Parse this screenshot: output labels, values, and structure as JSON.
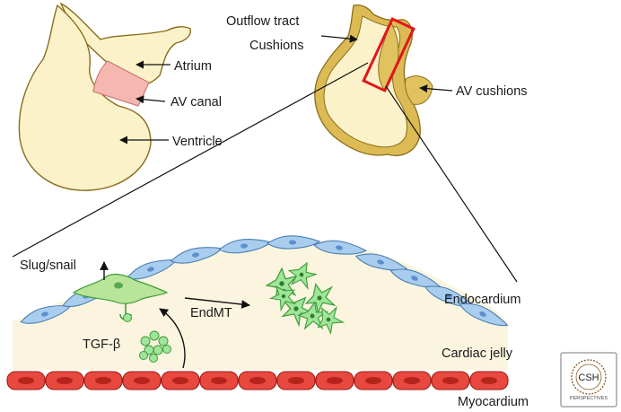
{
  "colors": {
    "heart_fill": "#fbf2c9",
    "heart_wall": "#d9b64c",
    "heart_outline": "#8a6d1c",
    "canal_fill": "#f6b7b1",
    "jelly": "#fbf4df",
    "endocardium_fill": "#a9cdee",
    "endocardium_edge": "#4a7fb5",
    "nucleus": "#5c8ed0",
    "mesenchyme_fill": "#9fe59a",
    "mesenchyme_edge": "#3f9c3a",
    "myocardium_fill": "#e8483e",
    "myocardium_edge": "#9e1d17",
    "highlight_box": "#e3141c"
  },
  "labels": {
    "atrium": "Atrium",
    "av_canal": "AV canal",
    "ventricle": "Ventricle",
    "outflow_tract": "Outflow tract",
    "cushions": "Cushions",
    "av_cushions": "AV cushions",
    "slug_snail": "Slug/snail",
    "endmt": "EndMT",
    "tgf_beta": "TGF-β",
    "endocardium": "Endocardium",
    "cardiac_jelly": "Cardiac jelly",
    "myocardium": "Myocardium"
  },
  "logo": {
    "line1": "CSH",
    "line2": "PERSPECTIVES"
  }
}
